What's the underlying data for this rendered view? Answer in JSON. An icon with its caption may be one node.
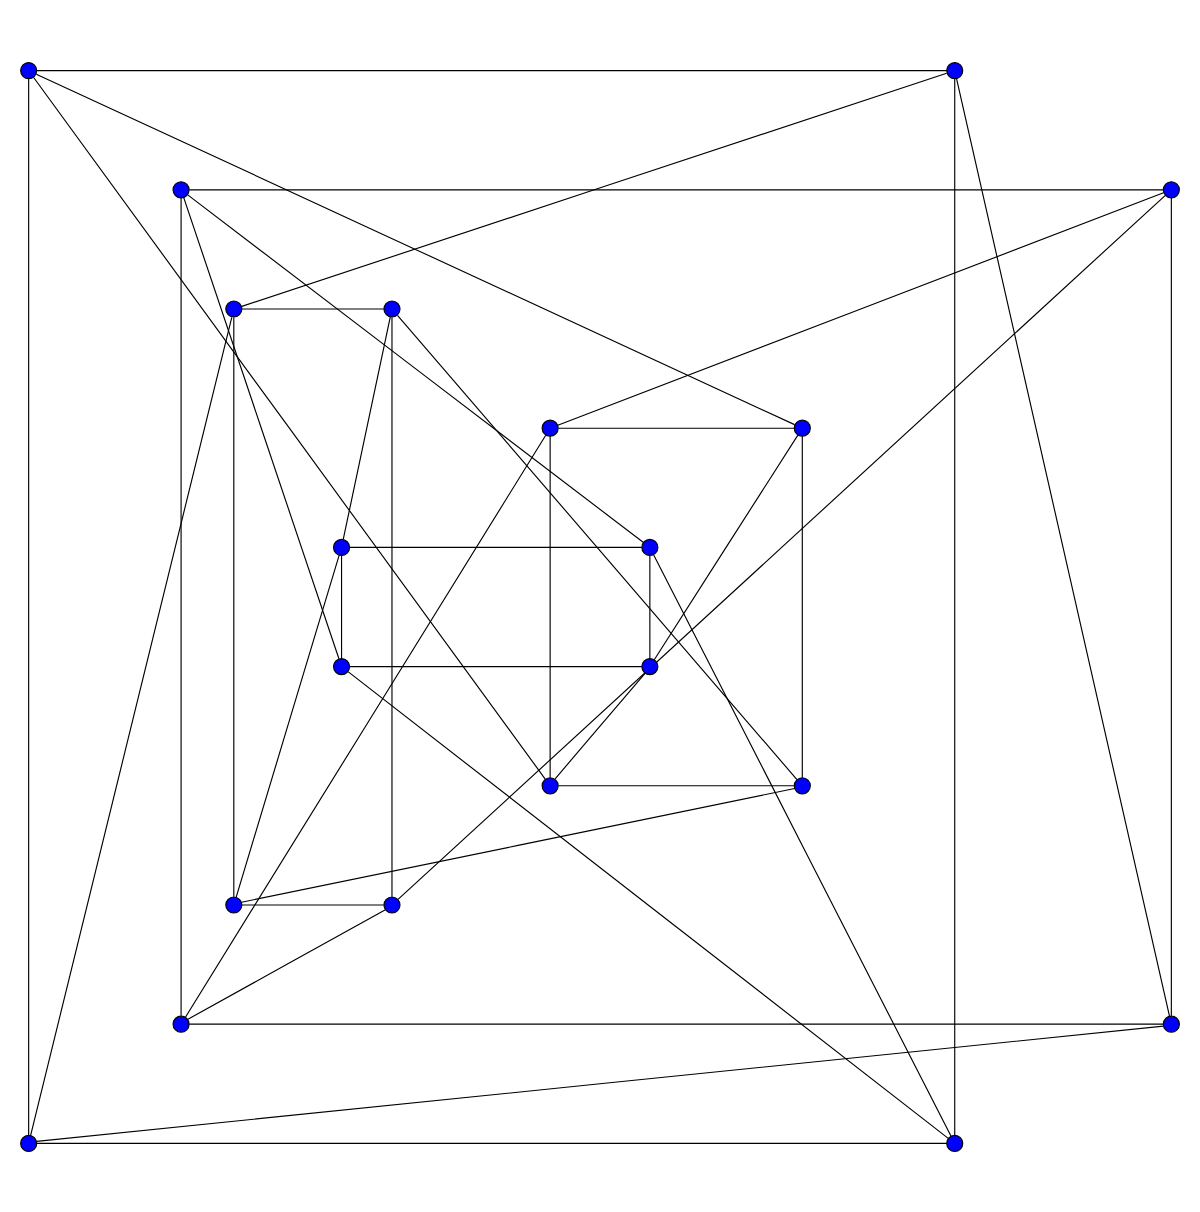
{
  "diagram": {
    "nodes": [
      {
        "text": [],
        "shape": "circle"
      },
      {
        "text": [],
        "shape": "circle"
      },
      {
        "text": [],
        "shape": "circle"
      },
      {
        "text": [],
        "shape": "circle"
      },
      {
        "text": [],
        "shape": "circle"
      },
      {
        "text": [],
        "shape": "circle"
      },
      {
        "text": [],
        "shape": "circle"
      },
      {
        "text": [],
        "shape": "circle"
      },
      {
        "text": [],
        "shape": "circle"
      },
      {
        "text": [],
        "shape": "circle"
      },
      {
        "text": [],
        "shape": "circle"
      },
      {
        "text": [],
        "shape": "circle"
      },
      {
        "text": [],
        "shape": "circle"
      },
      {
        "text": [],
        "shape": "circle"
      },
      {
        "text": [],
        "shape": "circle"
      },
      {
        "text": [],
        "shape": "circle"
      },
      {
        "text": [],
        "shape": "circle"
      },
      {
        "text": [],
        "shape": "circle"
      },
      {
        "text": [],
        "shape": "circle"
      },
      {
        "text": [],
        "shape": "circle"
      }
    ],
    "edges": [
      {
        "from": 0,
        "to": 1,
        "arrow": "none"
      },
      {
        "from": 0,
        "to": 18,
        "arrow": "none"
      },
      {
        "from": 1,
        "to": 19,
        "arrow": "none"
      },
      {
        "from": 18,
        "to": 19,
        "arrow": "none"
      },
      {
        "from": 2,
        "to": 3,
        "arrow": "none"
      },
      {
        "from": 2,
        "to": 16,
        "arrow": "none"
      },
      {
        "from": 3,
        "to": 17,
        "arrow": "none"
      },
      {
        "from": 16,
        "to": 17,
        "arrow": "none"
      },
      {
        "from": 4,
        "to": 5,
        "arrow": "none"
      },
      {
        "from": 4,
        "to": 14,
        "arrow": "none"
      },
      {
        "from": 5,
        "to": 15,
        "arrow": "none"
      },
      {
        "from": 14,
        "to": 15,
        "arrow": "none"
      },
      {
        "from": 6,
        "to": 7,
        "arrow": "none"
      },
      {
        "from": 6,
        "to": 12,
        "arrow": "none"
      },
      {
        "from": 7,
        "to": 13,
        "arrow": "none"
      },
      {
        "from": 12,
        "to": 13,
        "arrow": "none"
      },
      {
        "from": 8,
        "to": 9,
        "arrow": "none"
      },
      {
        "from": 8,
        "to": 10,
        "arrow": "none"
      },
      {
        "from": 9,
        "to": 11,
        "arrow": "none"
      },
      {
        "from": 10,
        "to": 11,
        "arrow": "none"
      },
      {
        "from": 0,
        "to": 7,
        "arrow": "none"
      },
      {
        "from": 0,
        "to": 12,
        "arrow": "none"
      },
      {
        "from": 1,
        "to": 4,
        "arrow": "none"
      },
      {
        "from": 1,
        "to": 17,
        "arrow": "none"
      },
      {
        "from": 2,
        "to": 9,
        "arrow": "none"
      },
      {
        "from": 2,
        "to": 10,
        "arrow": "none"
      },
      {
        "from": 3,
        "to": 6,
        "arrow": "none"
      },
      {
        "from": 3,
        "to": 15,
        "arrow": "none"
      },
      {
        "from": 5,
        "to": 8,
        "arrow": "none"
      },
      {
        "from": 5,
        "to": 13,
        "arrow": "none"
      },
      {
        "from": 14,
        "to": 8,
        "arrow": "none"
      },
      {
        "from": 14,
        "to": 13,
        "arrow": "none"
      },
      {
        "from": 16,
        "to": 6,
        "arrow": "none"
      },
      {
        "from": 16,
        "to": 15,
        "arrow": "none"
      },
      {
        "from": 18,
        "to": 4,
        "arrow": "none"
      },
      {
        "from": 18,
        "to": 17,
        "arrow": "none"
      },
      {
        "from": 19,
        "to": 9,
        "arrow": "none"
      },
      {
        "from": 19,
        "to": 10,
        "arrow": "none"
      },
      {
        "from": 7,
        "to": 11,
        "arrow": "none"
      },
      {
        "from": 12,
        "to": 11,
        "arrow": "none"
      }
    ]
  }
}
